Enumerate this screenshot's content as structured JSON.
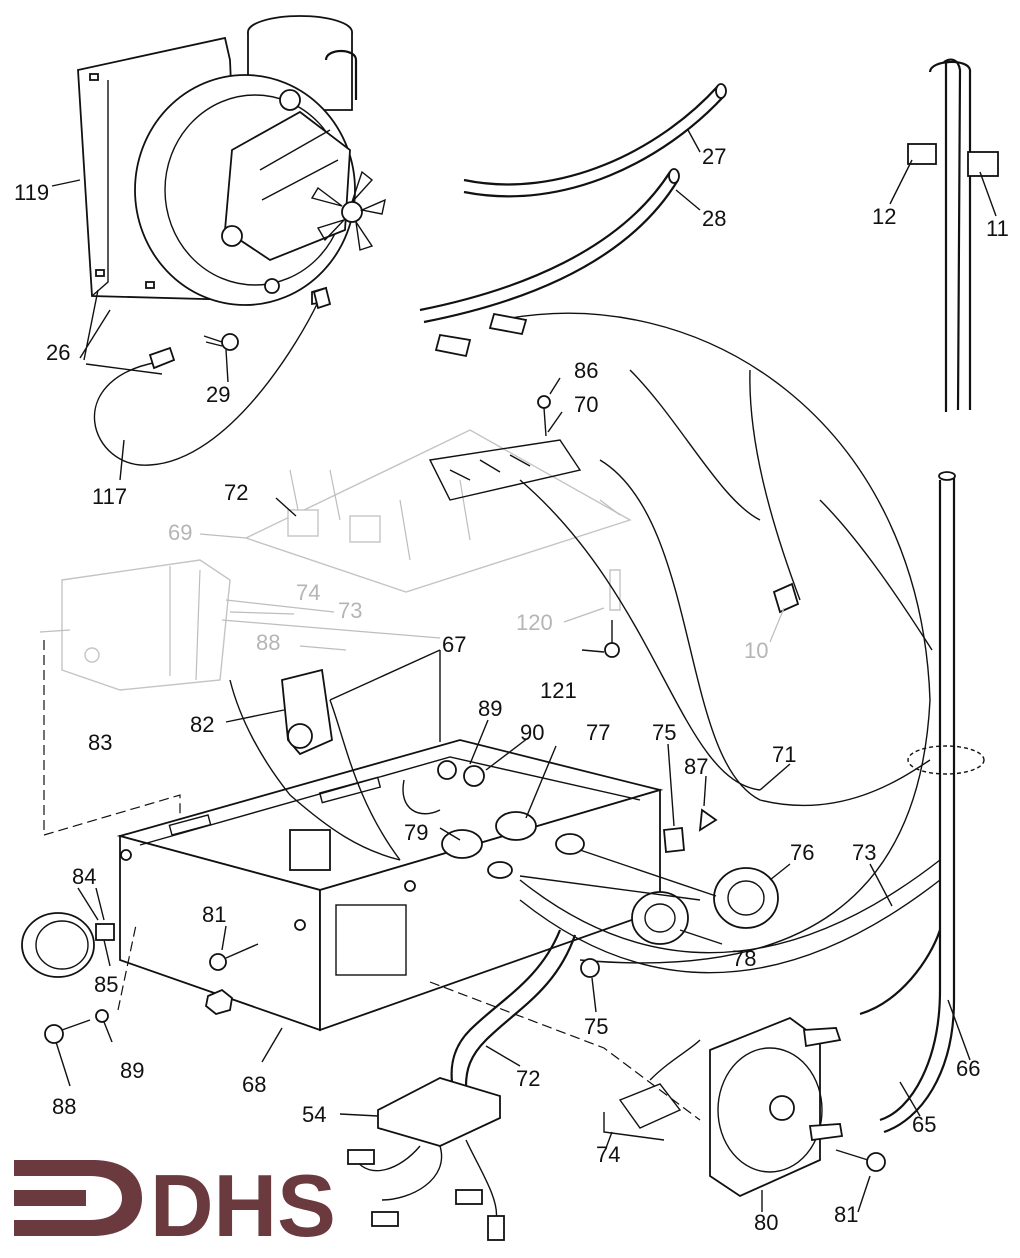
{
  "brand": {
    "logo_text": "DHS",
    "logo_color": "#6b3a3e"
  },
  "callouts": {
    "c119": "119",
    "c26": "26",
    "c29": "29",
    "c117": "117",
    "c27": "27",
    "c28": "28",
    "c12": "12",
    "c11": "11",
    "c86": "86",
    "c70": "70",
    "c72a": "72",
    "c69": "69",
    "c74a": "74",
    "c73a": "73",
    "c67": "67",
    "c88a": "88",
    "c120": "120",
    "c121": "121",
    "c10": "10",
    "c83": "83",
    "c82": "82",
    "c89a": "89",
    "c90": "90",
    "c77": "77",
    "c75a": "75",
    "c87": "87",
    "c71": "71",
    "c79": "79",
    "c76": "76",
    "c73b": "73",
    "c84": "84",
    "c81a": "81",
    "c85": "85",
    "c78": "78",
    "c88b": "88",
    "c89b": "89",
    "c68": "68",
    "c75b": "75",
    "c72b": "72",
    "c54": "54",
    "c66": "66",
    "c74b": "74",
    "c65": "65",
    "c80": "80",
    "c81b": "81"
  }
}
